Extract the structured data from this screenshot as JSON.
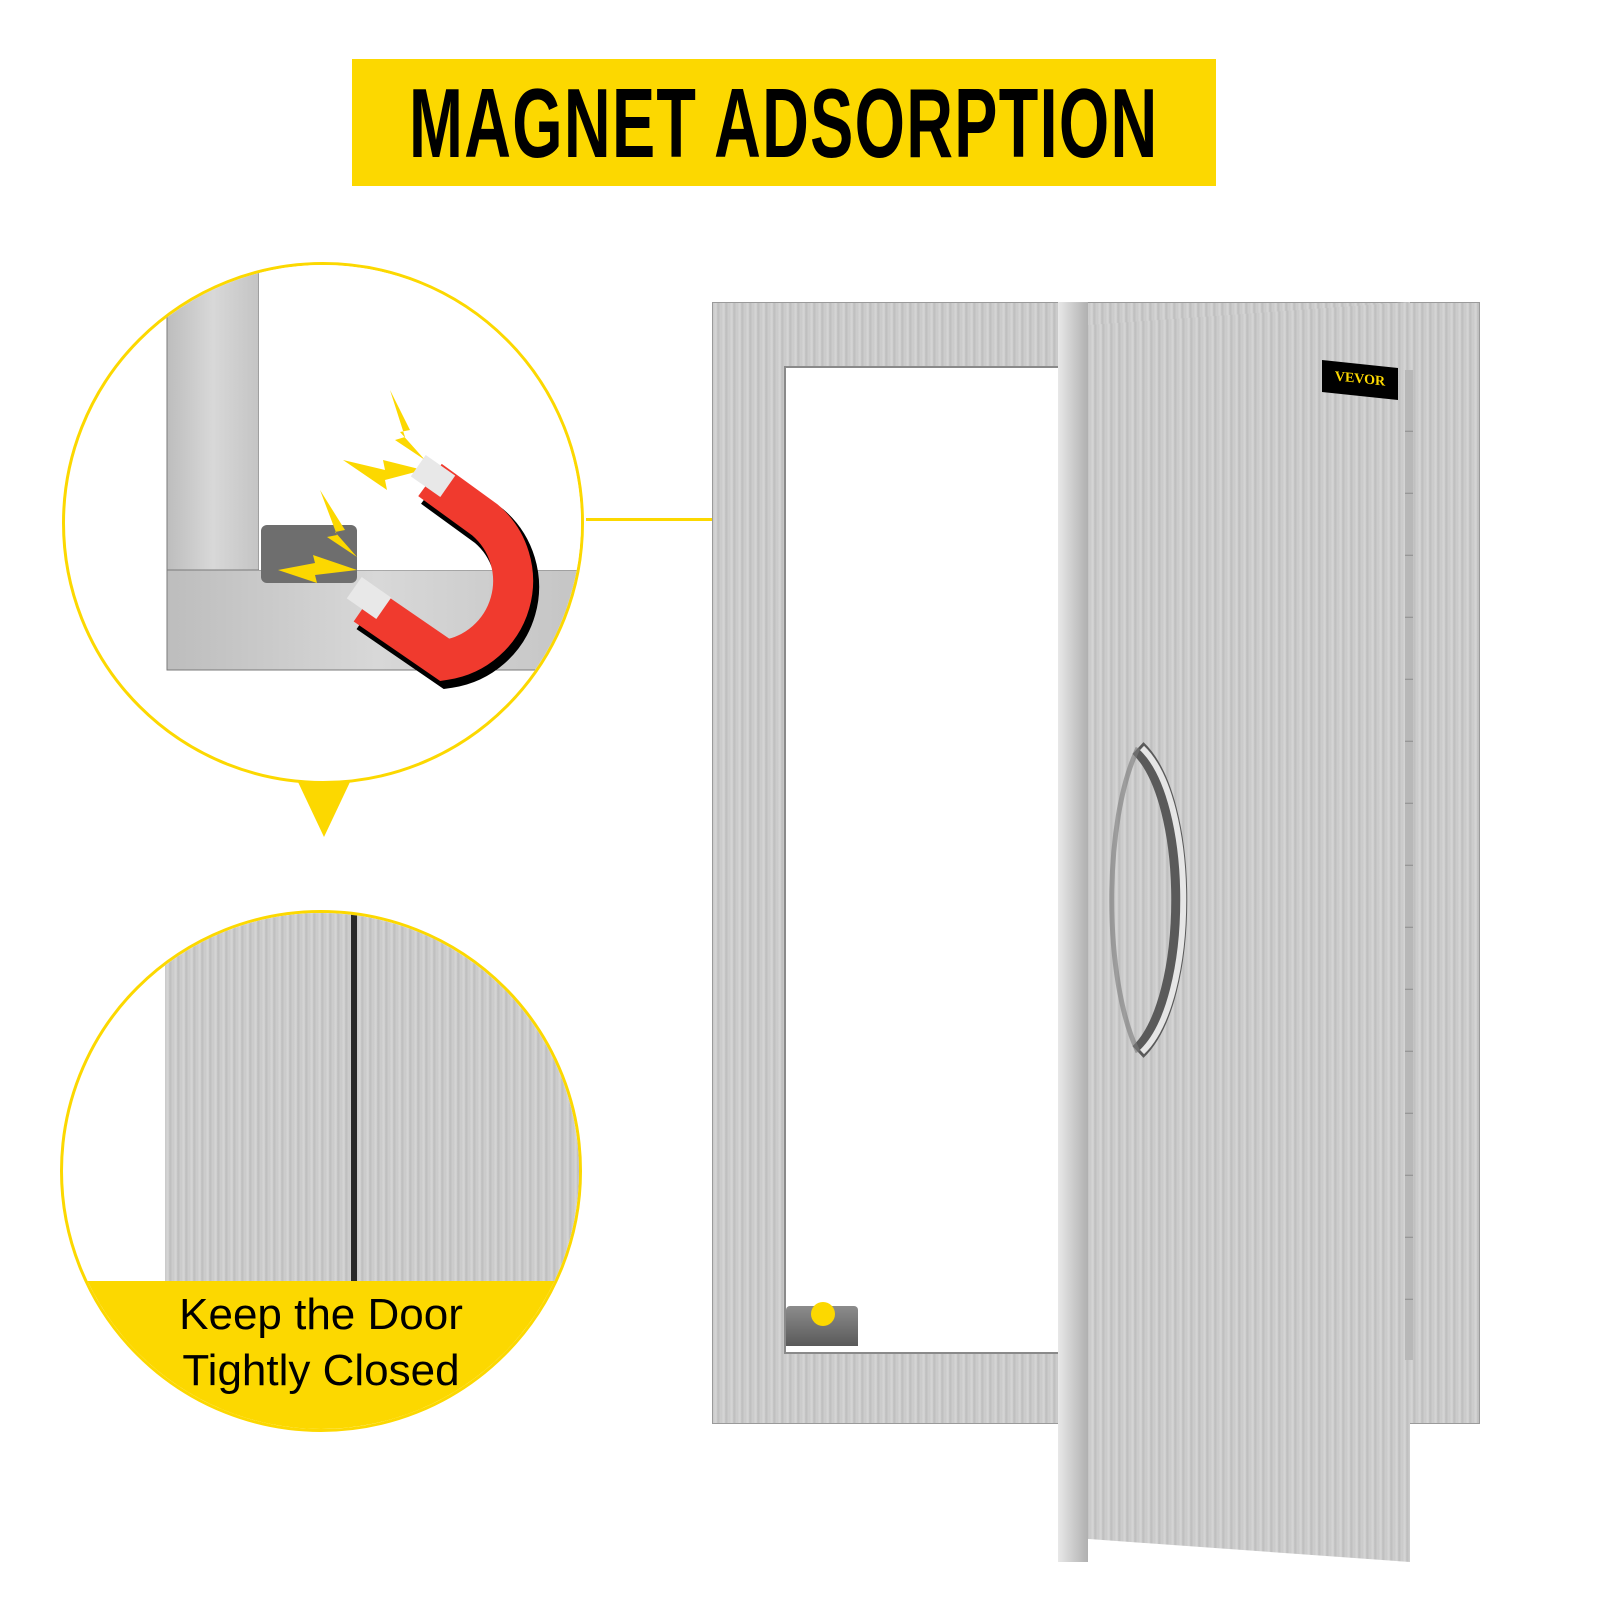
{
  "header": {
    "title": "MAGNET ADSORPTION",
    "banner_color": "#FCD800"
  },
  "callouts": {
    "top_circle": {
      "description": "magnet attracting frame corner catch",
      "magnet_color": "#F03A2E"
    },
    "bottom_circle": {
      "caption_line1": "Keep the Door",
      "caption_line2": "Tightly Closed"
    }
  },
  "product": {
    "brand_logo": "VEVOR",
    "item": "stainless steel access door"
  },
  "colors": {
    "accent": "#FCD800",
    "text": "#000000",
    "steel": "#C9C9C9"
  }
}
